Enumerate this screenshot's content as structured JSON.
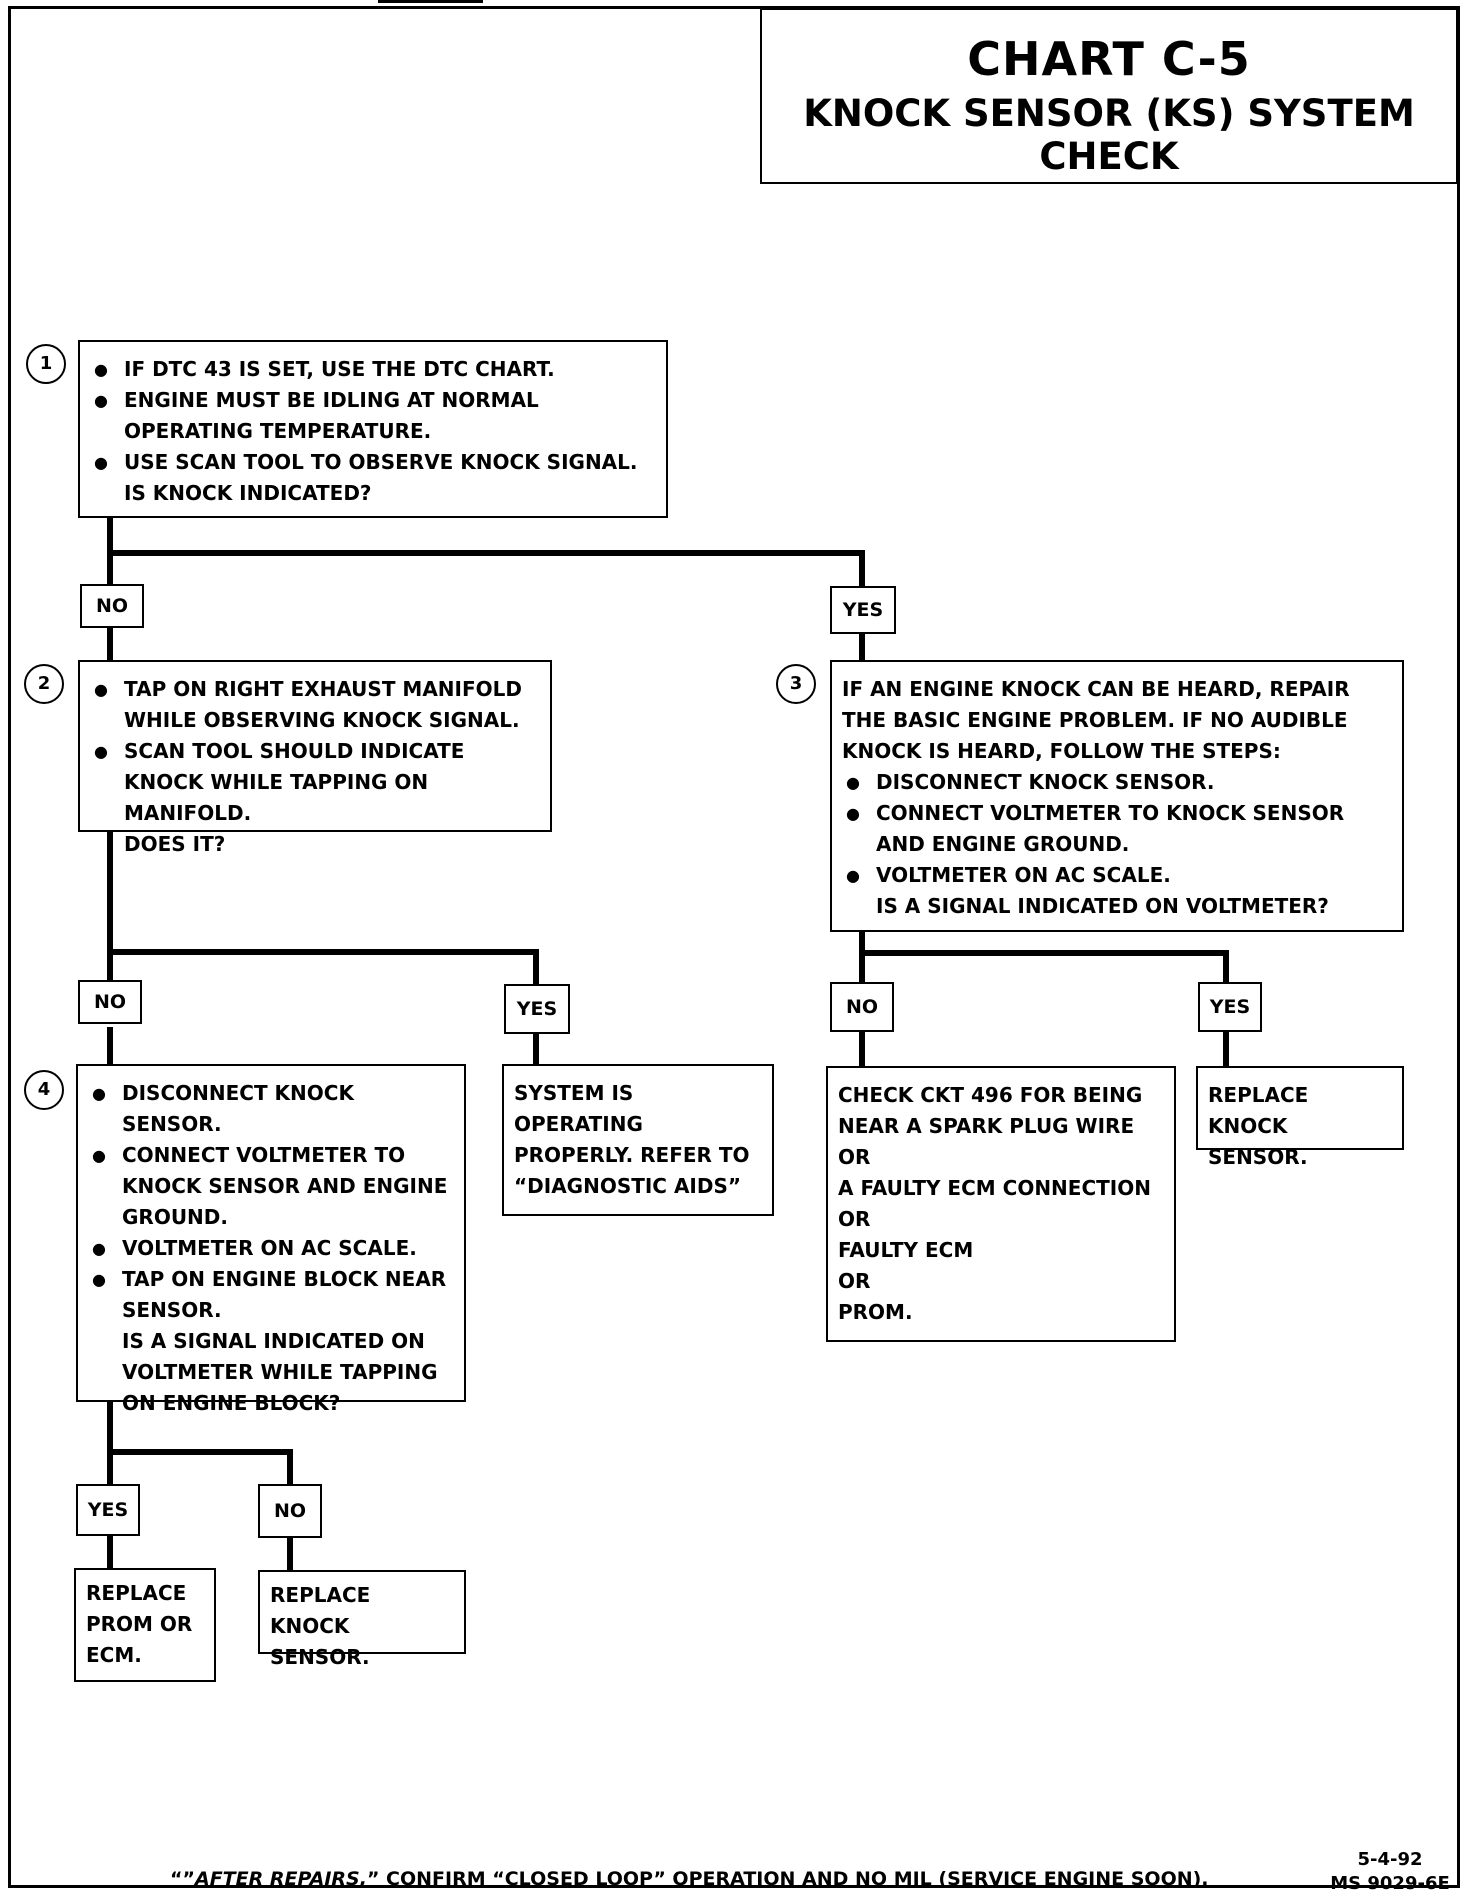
{
  "title": {
    "chart": "CHART C-5",
    "subtitle": "KNOCK SENSOR (KS) SYSTEM CHECK"
  },
  "steps": {
    "s1": {
      "number": "1",
      "bullets": [
        "IF DTC 43 IS SET, USE THE DTC CHART.",
        "ENGINE MUST BE IDLING AT NORMAL OPERATING TEMPERATURE.",
        "USE SCAN TOOL TO OBSERVE KNOCK SIGNAL."
      ],
      "question": "IS KNOCK INDICATED?"
    },
    "s2": {
      "number": "2",
      "bullets": [
        "TAP ON RIGHT EXHAUST MANIFOLD WHILE OBSERVING KNOCK SIGNAL.",
        "SCAN TOOL SHOULD INDICATE KNOCK WHILE TAPPING ON MANIFOLD."
      ],
      "question": "DOES IT?"
    },
    "s3": {
      "number": "3",
      "intro": "IF AN ENGINE KNOCK CAN BE HEARD, REPAIR THE BASIC ENGINE PROBLEM.  IF NO AUDIBLE KNOCK IS HEARD, FOLLOW THE STEPS:",
      "bullets": [
        "DISCONNECT KNOCK SENSOR.",
        "CONNECT VOLTMETER TO KNOCK SENSOR AND ENGINE GROUND.",
        "VOLTMETER ON AC SCALE."
      ],
      "question": "IS A SIGNAL INDICATED ON VOLTMETER?"
    },
    "s4": {
      "number": "4",
      "bullets": [
        "DISCONNECT KNOCK SENSOR.",
        "CONNECT VOLTMETER TO KNOCK SENSOR AND ENGINE GROUND.",
        "VOLTMETER ON AC SCALE.",
        "TAP ON ENGINE BLOCK NEAR SENSOR."
      ],
      "question": "IS A SIGNAL INDICATED ON VOLTMETER WHILE TAPPING ON ENGINE BLOCK?"
    }
  },
  "results": {
    "system_ok": "SYSTEM IS OPERATING PROPERLY.  REFER TO “DIAGNOSTIC AIDS”",
    "check_ckt": [
      "CHECK CKT 496 FOR BEING NEAR A SPARK PLUG WIRE",
      "OR",
      "A FAULTY ECM CONNECTION",
      "OR",
      "FAULTY ECM",
      "OR",
      "PROM."
    ],
    "replace_ks_3": "REPLACE KNOCK SENSOR.",
    "replace_prom": "REPLACE PROM OR ECM.",
    "replace_ks_4": "REPLACE KNOCK SENSOR."
  },
  "labels": {
    "no": "NO",
    "yes": "YES"
  },
  "footer": {
    "quote": "“”",
    "italic": "AFTER REPAIRS,",
    "rest": "” CONFIRM “CLOSED LOOP” OPERATION AND NO MIL (SERVICE ENGINE SOON)."
  },
  "doc_ref": {
    "date": "5-4-92",
    "code": "MS 9029-6E"
  }
}
